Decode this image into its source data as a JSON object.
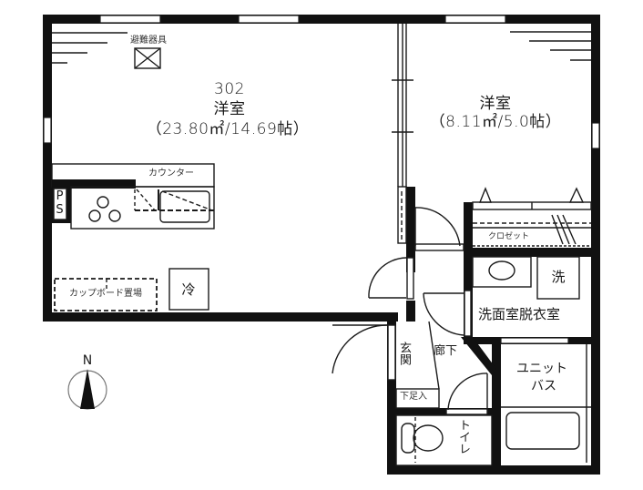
{
  "plan": {
    "unit_number": "302",
    "main_room": {
      "name": "洋室",
      "area": "（23.80㎡/14.69帖）"
    },
    "bedroom": {
      "name": "洋室",
      "area": "（8.11㎡/5.0帖）"
    },
    "fixtures": {
      "evacuation_equipment": "避難器具",
      "counter": "カウンター",
      "pipe_space": "PS",
      "cupboard_space": "カップボード置場",
      "refrigerator": "冷",
      "closet": "クロゼット",
      "washing_machine": "洗",
      "washroom": "洗面室脱衣室",
      "entrance": "玄関",
      "shoe_storage": "下足入",
      "hallway": "廊下",
      "unit_bath": "ユニットバス",
      "unit_bath_line1": "ユニット",
      "unit_bath_line2": "バス",
      "toilet": "トイレ"
    },
    "compass": {
      "label": "N",
      "icon": "north-arrow-icon"
    },
    "colors": {
      "wall": "#111111",
      "line": "#1a1a1a",
      "background": "#ffffff"
    }
  }
}
